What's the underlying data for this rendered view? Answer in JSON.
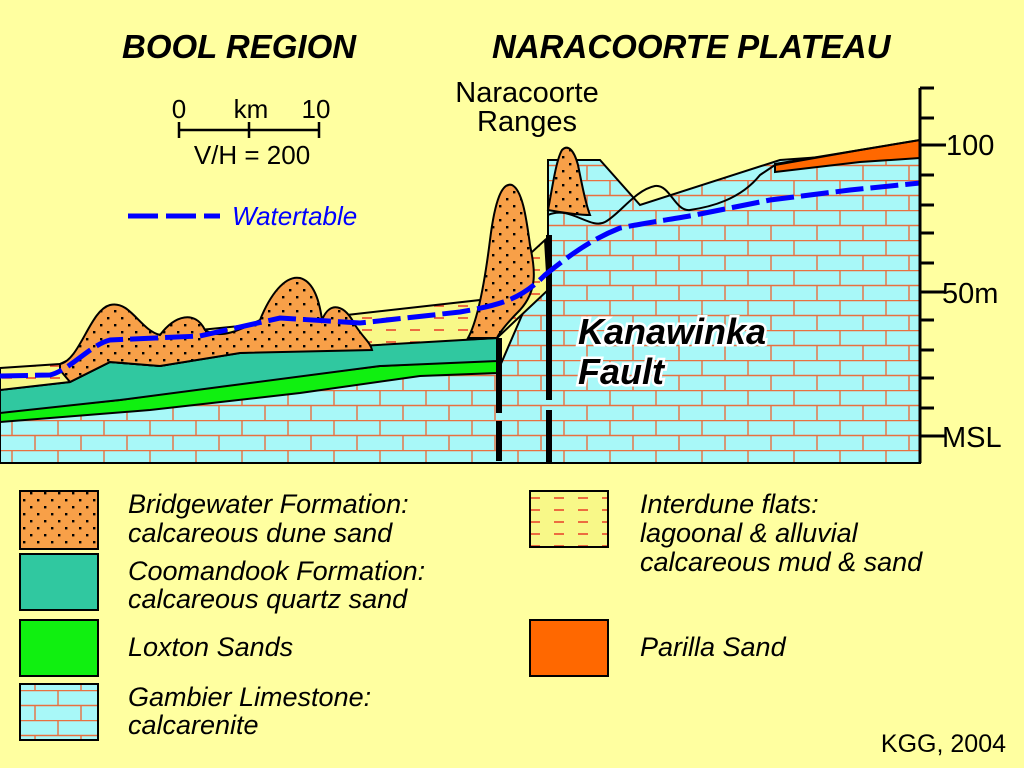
{
  "header": {
    "left_region": "BOOL  REGION",
    "right_region": "NARACOORTE  PLATEAU",
    "ranges_line1": "Naracoorte",
    "ranges_line2": "Ranges"
  },
  "scale_bar": {
    "start": "0",
    "unit": "km",
    "end": "10",
    "exaggeration": "V/H = 200"
  },
  "watertable_label": "Watertable",
  "fault_label_line1": "Kanawinka",
  "fault_label_line2": "Fault",
  "elevation_axis": {
    "ticks": [
      "100",
      "50m",
      "MSL"
    ]
  },
  "legend": [
    {
      "key": "bridgewater",
      "line1": "Bridgewater Formation:",
      "line2": "calcareous dune sand",
      "line3": ""
    },
    {
      "key": "coomandook",
      "line1": "Coomandook Formation:",
      "line2": "calcareous quartz sand",
      "line3": ""
    },
    {
      "key": "loxton",
      "line1": "Loxton Sands",
      "line2": "",
      "line3": ""
    },
    {
      "key": "gambier",
      "line1": "Gambier Limestone:",
      "line2": "calcarenite",
      "line3": ""
    },
    {
      "key": "interdune",
      "line1": "Interdune flats:",
      "line2": "lagoonal & alluvial",
      "line3": "calcareous mud & sand"
    },
    {
      "key": "parilla",
      "line1": "Parilla Sand",
      "line2": "",
      "line3": ""
    }
  ],
  "credit": "KGG, 2004",
  "colors": {
    "background": "#ffffa0",
    "limestone": "#a8f8f8",
    "brick_lines": "#e87040",
    "dune_sand": "#f8a048",
    "coomandook": "#30c8a0",
    "loxton": "#10f010",
    "interdune": "#f8f888",
    "parilla": "#ff6800",
    "watertable": "#0000ff"
  }
}
